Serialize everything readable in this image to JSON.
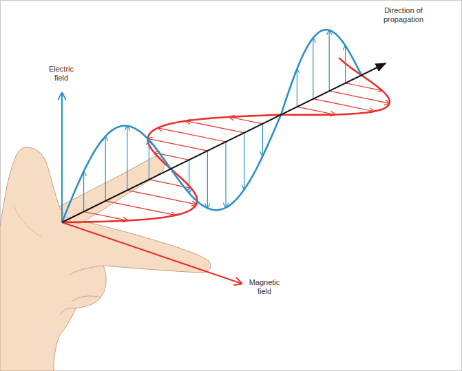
{
  "diagram": {
    "labels": [
      "Electric field",
      "Direction of propagation",
      "Magnetic field"
    ]
  }
}
